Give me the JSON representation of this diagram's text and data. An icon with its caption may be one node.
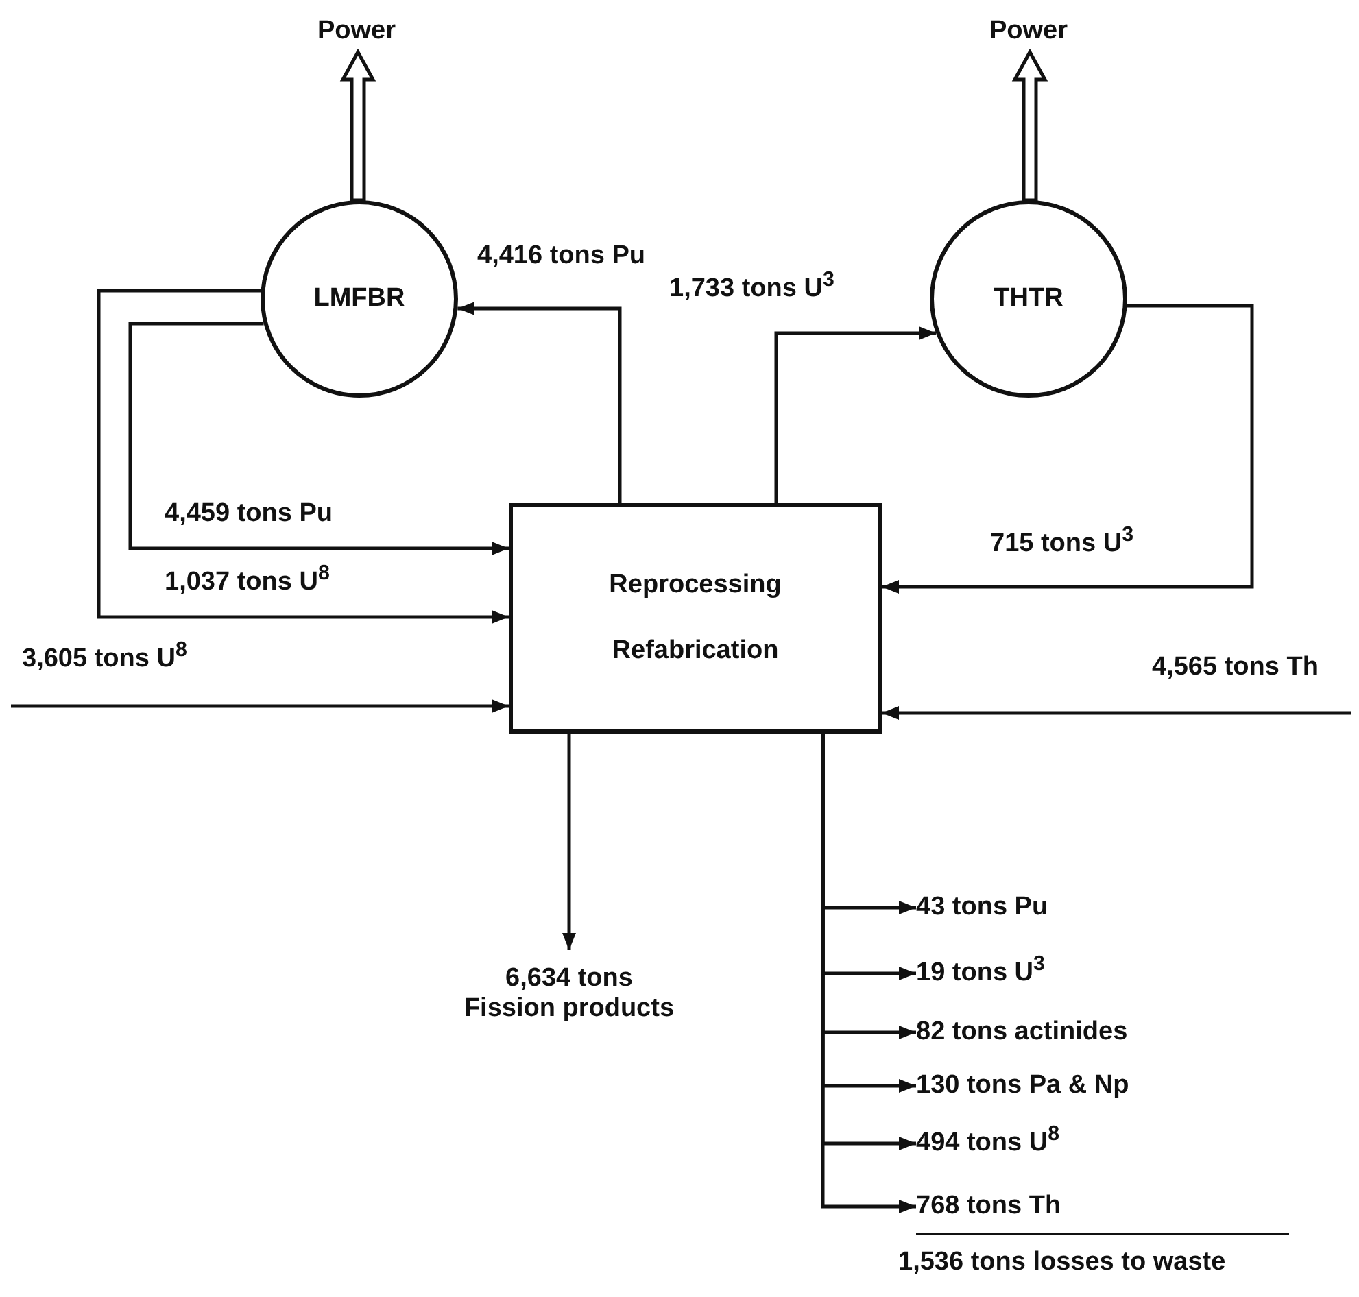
{
  "diagram": {
    "nodes": [
      {
        "text": [
          "Power"
        ]
      },
      {
        "text": [
          "Power"
        ]
      },
      {
        "text": [
          "LMFBR"
        ]
      },
      {
        "text": [
          "THTR"
        ]
      },
      {
        "text": [
          "Reprocessing",
          "Refabrication"
        ]
      },
      {
        "text": [
          "6,634 tons",
          "Fission products"
        ]
      },
      {
        "text": [
          "43 tons Pu"
        ]
      },
      {
        "text": [
          "19 tons U$^{3}$"
        ]
      },
      {
        "text": [
          "82 tons actinides"
        ]
      },
      {
        "text": [
          "130 tons Pa & Np"
        ]
      },
      {
        "text": [
          "494 tons U$^{8}$"
        ]
      },
      {
        "text": [
          "768 tons Th"
        ]
      }
    ],
    "edges": [
      {
        "from": 2,
        "to": 0,
        "arrow": "to",
        "style": "thick"
      },
      {
        "from": 3,
        "to": 1,
        "arrow": "to",
        "style": "thick"
      },
      {
        "from": 4,
        "to": 2,
        "arrow": "to",
        "label": "4,416 tons Pu"
      },
      {
        "from": 2,
        "to": 4,
        "arrow": "to",
        "label": "4,459 tons Pu"
      },
      {
        "from": 2,
        "to": 4,
        "arrow": "to",
        "label": "1,037 tons U$^{8}$"
      },
      {
        "from": null,
        "to": 4,
        "arrow": "to",
        "label": "3,605 tons U$^{8}$"
      },
      {
        "from": 4,
        "to": 3,
        "arrow": "to",
        "label": "1,733 tons U$^{3}$"
      },
      {
        "from": 3,
        "to": 4,
        "arrow": "to",
        "label": "715 tons U$^{3}$"
      },
      {
        "from": null,
        "to": 4,
        "arrow": "to",
        "label": "4,565 tons Th"
      },
      {
        "from": 4,
        "to": 5,
        "arrow": "to"
      },
      {
        "from": 4,
        "to": 6,
        "arrow": "to"
      },
      {
        "from": 4,
        "to": 7,
        "arrow": "to"
      },
      {
        "from": 4,
        "to": 8,
        "arrow": "to"
      },
      {
        "from": 4,
        "to": 9,
        "arrow": "to"
      },
      {
        "from": 4,
        "to": 10,
        "arrow": "to"
      },
      {
        "from": 4,
        "to": 11,
        "arrow": "to"
      }
    ],
    "labels": [
      "1,536 tons losses to waste"
    ]
  }
}
